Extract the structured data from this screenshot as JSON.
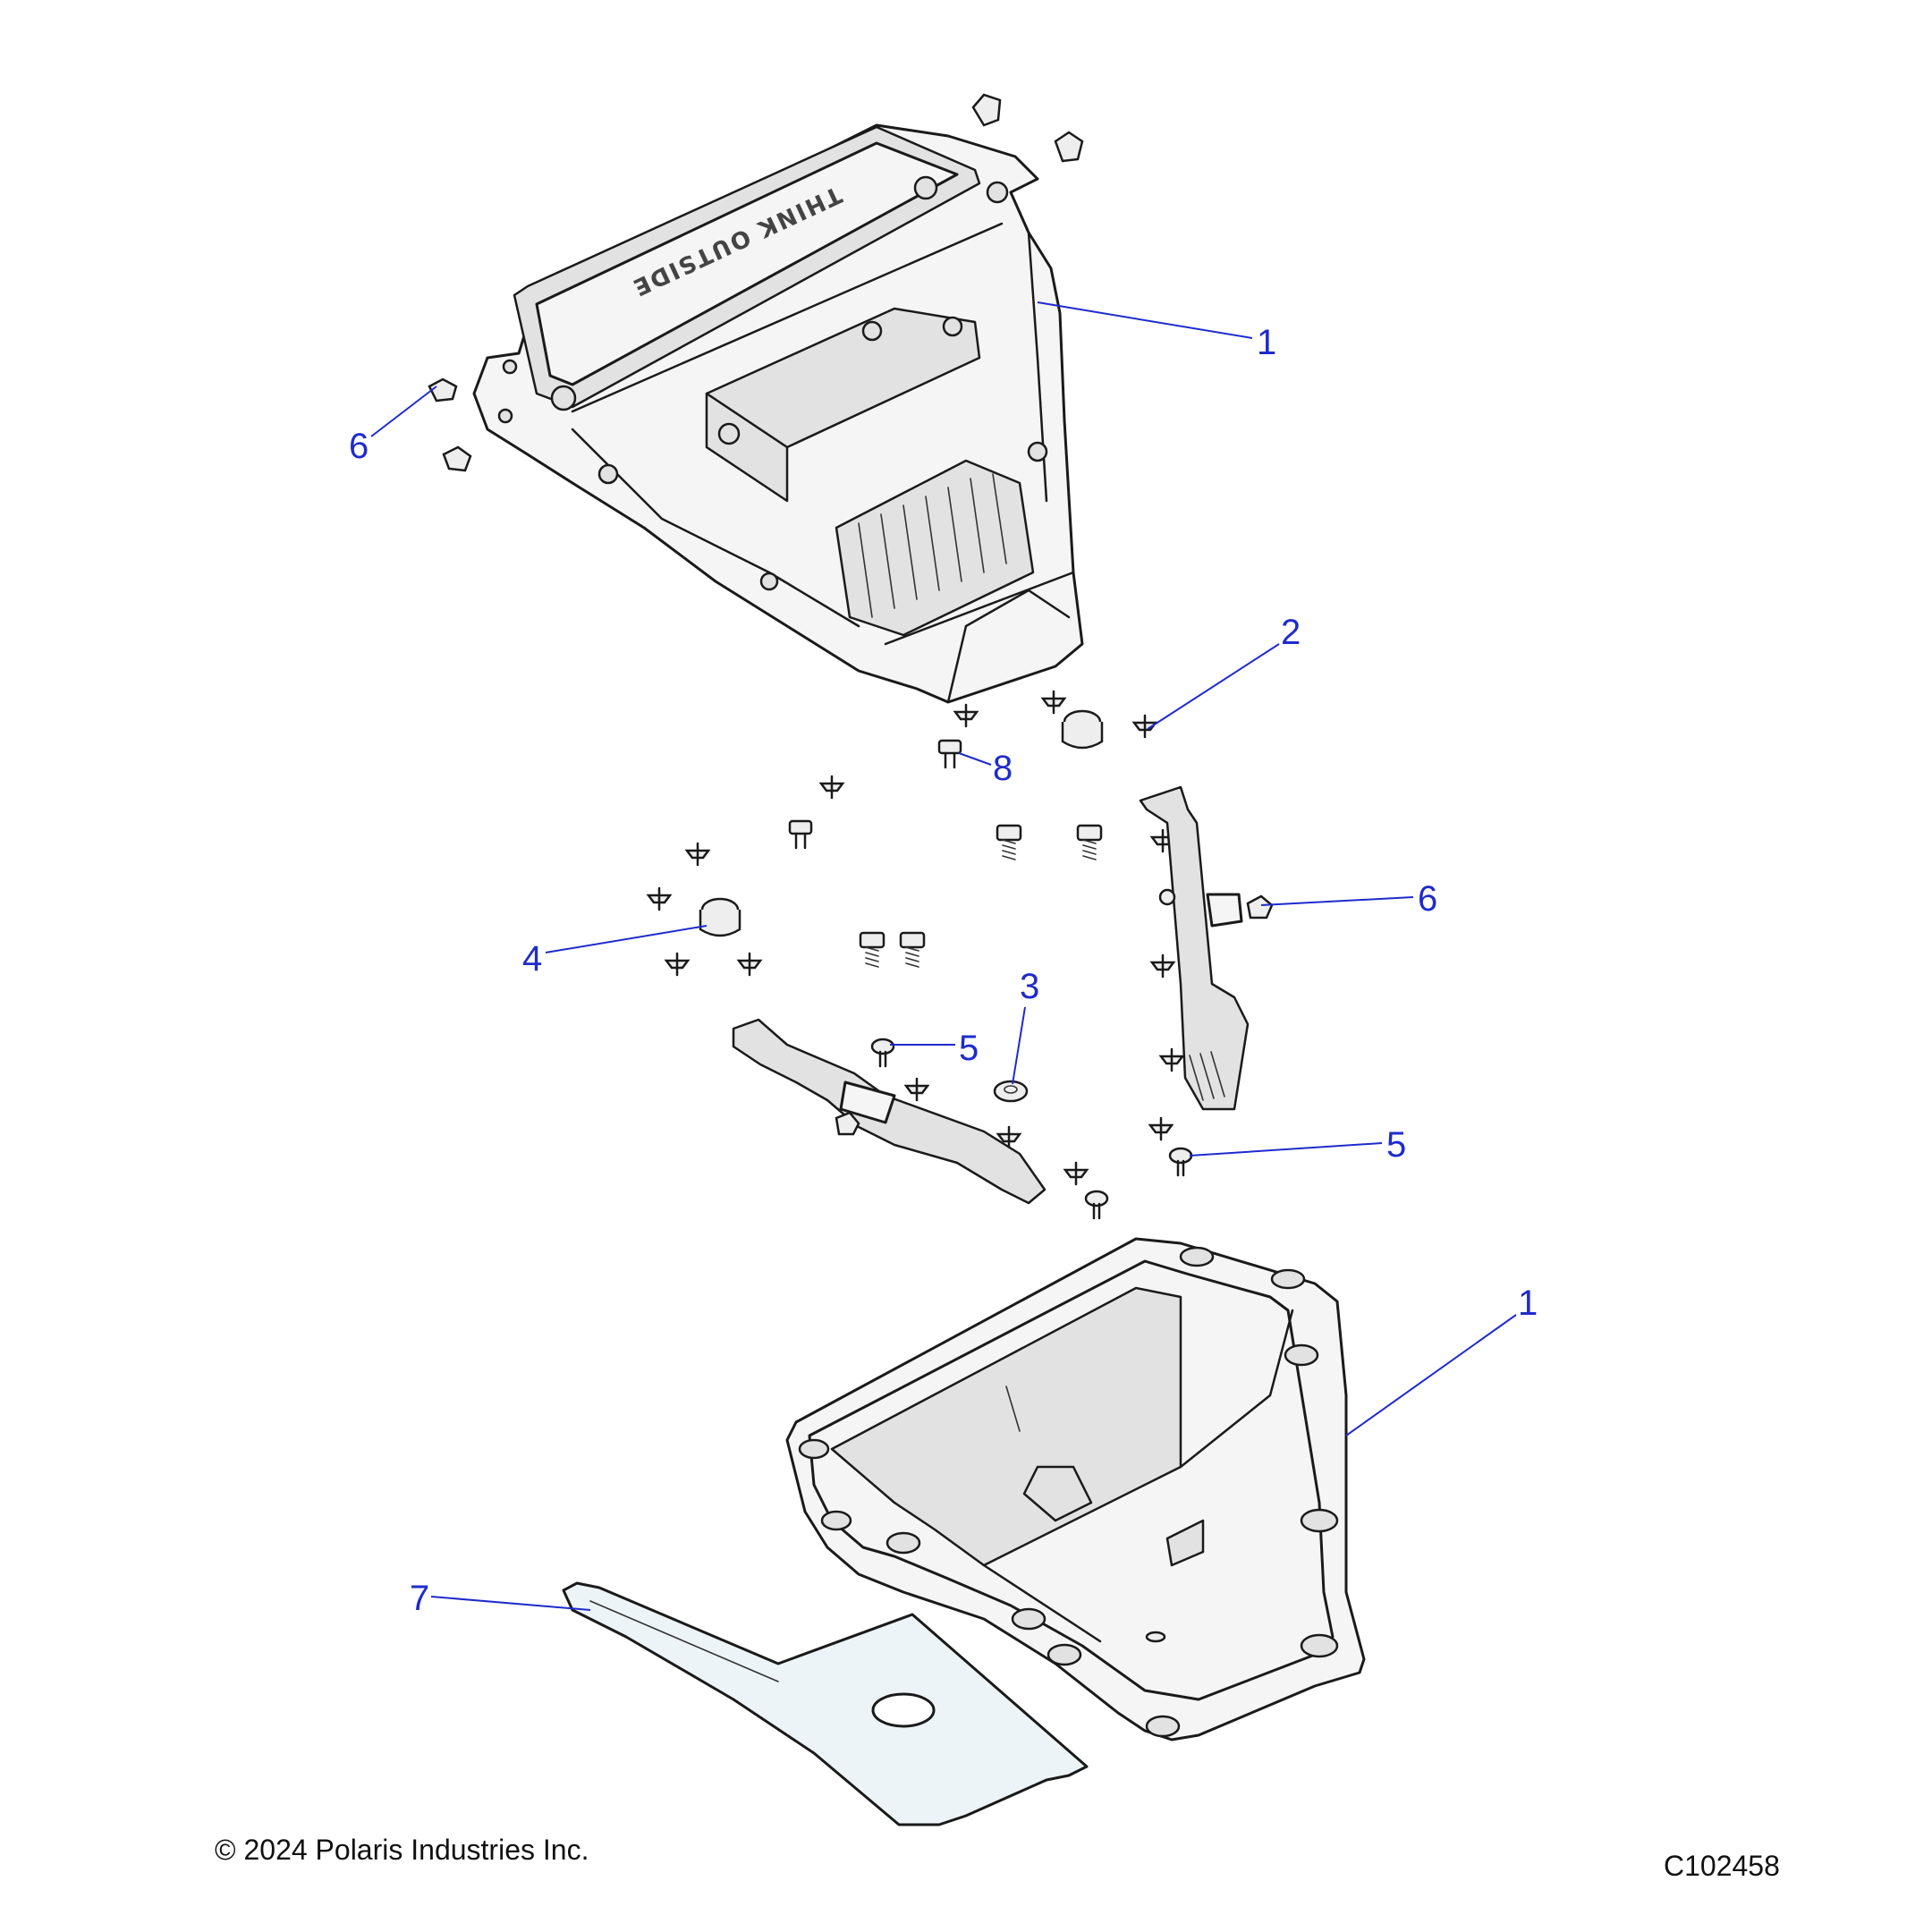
{
  "diagram": {
    "callouts": [
      {
        "id": "c1a",
        "label": "1"
      },
      {
        "id": "c2",
        "label": "2"
      },
      {
        "id": "c6a",
        "label": "6"
      },
      {
        "id": "c8",
        "label": "8"
      },
      {
        "id": "c6b",
        "label": "6"
      },
      {
        "id": "c4",
        "label": "4"
      },
      {
        "id": "c3",
        "label": "3"
      },
      {
        "id": "c5a",
        "label": "5"
      },
      {
        "id": "c5b",
        "label": "5"
      },
      {
        "id": "c1b",
        "label": "1"
      },
      {
        "id": "c7",
        "label": "7"
      }
    ],
    "embossed_text": "THINK OUTSIDE",
    "leader_color": "#1f2bcc"
  },
  "footer": {
    "copyright": "© 2024 Polaris Industries Inc.",
    "drawing_id": "C102458"
  }
}
